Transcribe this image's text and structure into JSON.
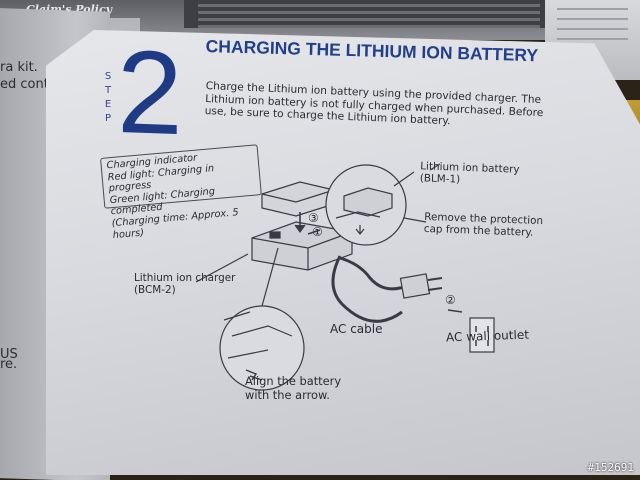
{
  "background": {
    "header_tab": "Claim's Policy",
    "left_page_lines": [
      "ra kit.",
      "ed contents",
      "US",
      "re."
    ]
  },
  "booklet": {
    "step_word": [
      "S",
      "T",
      "E",
      "P"
    ],
    "step_number": "2",
    "title": "CHARGING THE LITHIUM ION BATTERY",
    "intro": "Charge the Lithium ion battery using the provided charger. The Lithium ion battery is not fully charged when purchased. Before use, be sure to charge the Lithium ion battery.",
    "indicator_box": "Charging indicator\nRed light: Charging in progress\nGreen light: Charging completed\n(Charging time: Approx. 5 hours)",
    "battery_label": "Lithium ion battery\n(BLM-1)",
    "protect_cap": "Remove the protection\ncap from the battery.",
    "charger_label": "Lithium ion charger\n(BCM-2)",
    "ac_cable": "AC cable",
    "ac_outlet": "AC wall outlet",
    "align": "Align the battery\nwith the arrow.",
    "callouts": [
      "①",
      "②",
      "③"
    ]
  },
  "watermark": "#152691",
  "colors": {
    "accent_blue": "#1f3b86",
    "paper": "#dcdde1",
    "ink": "#2a2b31"
  }
}
